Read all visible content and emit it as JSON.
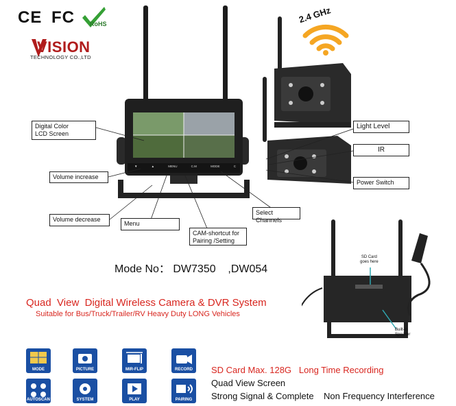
{
  "certifications": {
    "ce": "CE",
    "fc": "FC",
    "rohs": "RoHS"
  },
  "brand": {
    "name": "VISION",
    "tagline": "TECHNOLOGY CO.,LTD"
  },
  "wifi": {
    "band": "2.4 GHz"
  },
  "monitor_buttons": [
    "▼",
    "▲",
    "MENU",
    "C.M",
    "MODE",
    "C"
  ],
  "callouts": {
    "lcd": "Digital Color\nLCD Screen",
    "volume_increase": "Volume increase",
    "volume_decrease": "Volume decrease",
    "menu": "Menu",
    "cam_shortcut": "CAM-shortcut for\nPairing /Setting",
    "select_channels": "Select Channels",
    "light_level": "Light Level",
    "ir": "IR",
    "power_switch": "Power Switch"
  },
  "dvr_labels": {
    "sd_card": "SD Card\ngoes here",
    "speaker": "Built-in\nSpeaker"
  },
  "model": {
    "text": "Mode No： DW7350    ,DW054"
  },
  "headline": {
    "title": "Quad  View  Digital Wireless Camera & DVR System",
    "subtitle": "Suitable for Bus/Truck/Trailer/RV Heavy Duty LONG Vehicles"
  },
  "menu_icons": [
    {
      "name": "MODE"
    },
    {
      "name": "PICTURE"
    },
    {
      "name": "MIR-FLIP"
    },
    {
      "name": "RECORD"
    },
    {
      "name": "AUTOSCAN"
    },
    {
      "name": "SYSTEM"
    },
    {
      "name": "PLAY"
    },
    {
      "name": "PAIRING"
    }
  ],
  "features": {
    "sd": "SD Card Max. 128G   Long Time Recording",
    "quad": "Quad View Screen",
    "signal": "Strong Signal & Complete    Non Frequency Interference"
  },
  "colors": {
    "accent_red": "#d8261f",
    "icon_blue": "#1a4fa3",
    "rohs_green": "#2a7a2a",
    "wifi_orange": "#f5a623"
  }
}
